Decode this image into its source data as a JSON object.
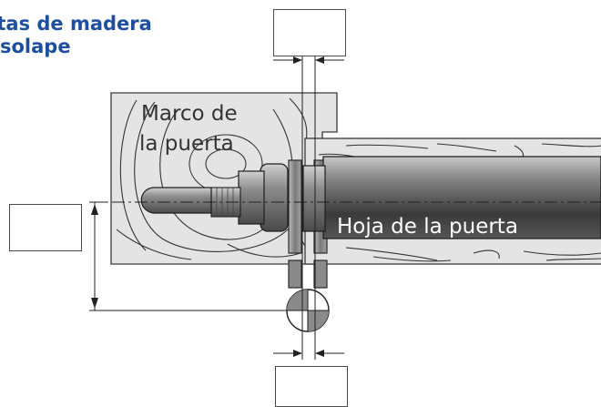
{
  "title": {
    "line1": "rtas de madera",
    "line2": "solape"
  },
  "labels": {
    "frame_line1": "Marco de",
    "frame_line2": "la puerta",
    "leaf": "Hoja de la puerta"
  },
  "colors": {
    "title": "#1e4f9e",
    "wood_fill": "#e4e4e4",
    "outline": "#3a3a3a",
    "dimension": "#222222"
  }
}
